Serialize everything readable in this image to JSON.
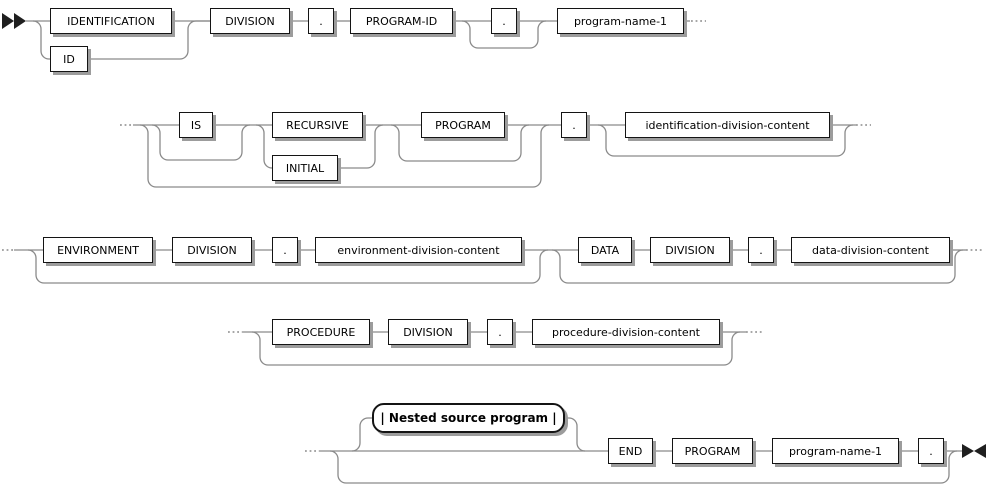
{
  "colors": {
    "line": "#8a8a8a",
    "border": "#141414",
    "fill": "#ffffff",
    "shadow": "#9c9c9c",
    "text": "#000000",
    "symbol": "#1f1f1f",
    "bg": "#ffffff"
  },
  "symbols": {
    "start": "railroad-start-arrows",
    "end": "railroad-end-arrows",
    "continuation": "···"
  },
  "rows": {
    "row1": {
      "identification": "IDENTIFICATION",
      "id": "ID",
      "division": "DIVISION",
      "sep1": ".",
      "program_id": "PROGRAM-ID",
      "sep2": ".",
      "program_name": "program-name-1"
    },
    "row2": {
      "is": "IS",
      "recursive": "RECURSIVE",
      "initial": "INITIAL",
      "program": "PROGRAM",
      "sep": ".",
      "identification_division_content": "identification-division-content"
    },
    "row3": {
      "environment": "ENVIRONMENT",
      "division_env": "DIVISION",
      "sep_env": ".",
      "environment_division_content": "environment-division-content",
      "data": "DATA",
      "division_data": "DIVISION",
      "sep_data": ".",
      "data_division_content": "data-division-content"
    },
    "row4": {
      "procedure": "PROCEDURE",
      "division": "DIVISION",
      "sep": ".",
      "procedure_division_content": "procedure-division-content"
    },
    "row5": {
      "nested_source_program": "| Nested source program |",
      "end": "END",
      "program": "PROGRAM",
      "program_name": "program-name-1",
      "sep": "."
    }
  }
}
